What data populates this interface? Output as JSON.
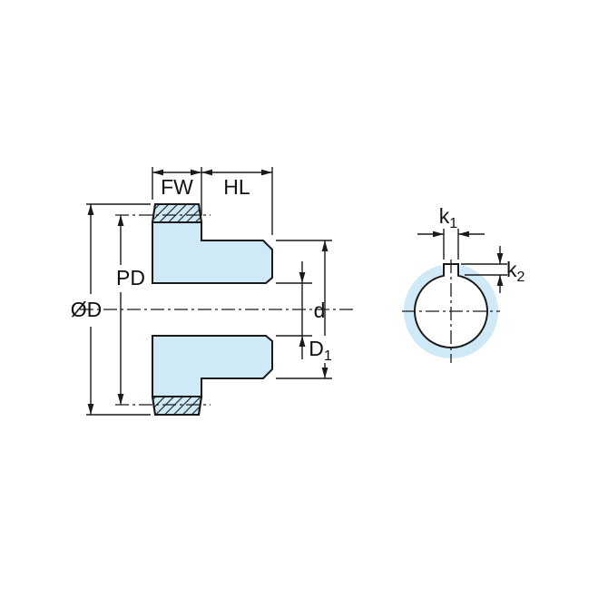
{
  "colors": {
    "part_fill": "#cfe9f7"
  },
  "side_view": {
    "face_width_label": "FW",
    "hub_length_label": "HL",
    "pitch_diameter_label": "PD",
    "outside_diameter_label": "ØD",
    "bore_label": "d",
    "hub_diameter": {
      "main": "D",
      "sub": "1"
    }
  },
  "end_view": {
    "keyway_width": {
      "main": "k",
      "sub": "1"
    },
    "keyway_depth": {
      "main": "k",
      "sub": "2"
    }
  }
}
